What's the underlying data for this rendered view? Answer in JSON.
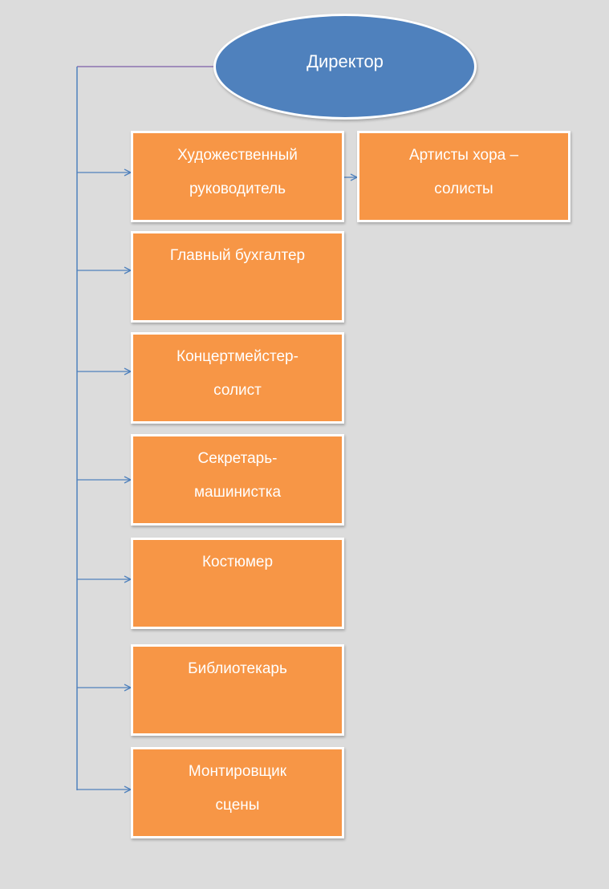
{
  "colors": {
    "background": "#dcdcdc",
    "root_fill": "#4f81bd",
    "box_fill": "#f79646",
    "connector": "#4f81bd",
    "text": "#ffffff"
  },
  "root": {
    "label": "Директор"
  },
  "nodes": [
    {
      "id": "art-director",
      "label": "Художественный\nруководитель"
    },
    {
      "id": "chief-accountant",
      "label": "Главный бухгалтер"
    },
    {
      "id": "accompanist",
      "label": "Концертмейстер-\nсолист"
    },
    {
      "id": "secretary",
      "label": "Секретарь-\nмашинистка"
    },
    {
      "id": "costumer",
      "label": "Костюмер"
    },
    {
      "id": "librarian",
      "label": "Библиотекарь"
    },
    {
      "id": "stage-installer",
      "label": "Монтировщик\nсцены"
    }
  ],
  "sub_nodes": [
    {
      "id": "choir-soloists",
      "parent": "art-director",
      "label": "Артисты хора –\nсолисты"
    }
  ]
}
